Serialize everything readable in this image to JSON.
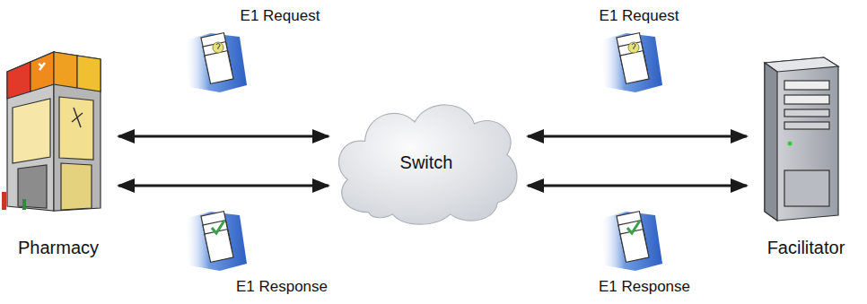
{
  "diagram": {
    "nodes": [
      {
        "text": [
          "Pharmacy"
        ]
      },
      {
        "text": [
          "Switch"
        ]
      },
      {
        "text": [
          "Facilitator"
        ]
      }
    ],
    "edges": [
      {
        "from": 0,
        "to": 1,
        "arrow": "both"
      },
      {
        "from": 0,
        "to": 1,
        "arrow": "both"
      },
      {
        "from": 1,
        "to": 2,
        "arrow": "both"
      },
      {
        "from": 1,
        "to": 2,
        "arrow": "both"
      }
    ],
    "labels": [
      "E1 Request",
      "E1 Request",
      "E1 Response",
      "E1 Response"
    ]
  }
}
